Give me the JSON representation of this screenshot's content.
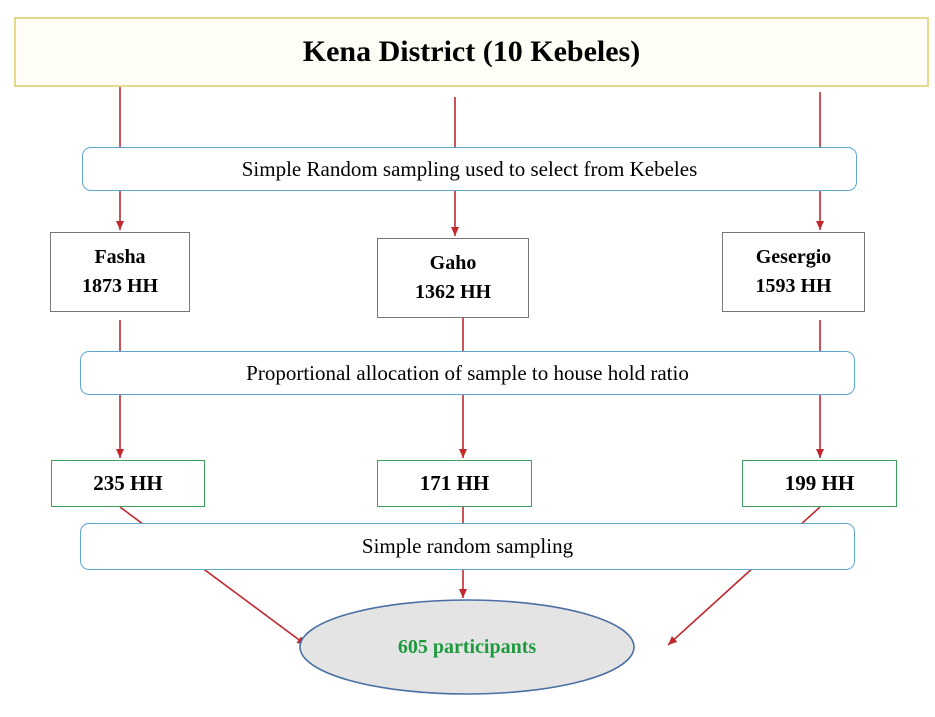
{
  "title": "Kena District (10 Kebeles)",
  "steps": {
    "selection": "Simple Random sampling used to select from Kebeles",
    "allocation": "Proportional allocation of sample to house hold ratio",
    "sampling": "Simple random sampling"
  },
  "kebeles": [
    {
      "name": "Fasha",
      "households": "1873 HH",
      "sample": "235 HH"
    },
    {
      "name": "Gaho",
      "households": "1362 HH",
      "sample": "171 HH"
    },
    {
      "name": "Gesergio",
      "households": "1593 HH",
      "sample": "199 HH"
    }
  ],
  "result": "605 participants",
  "colors": {
    "arrow": "#c0282d",
    "title_border": "#e6d98a",
    "step_border": "#5fa8cf",
    "sample_border": "#3c9e5a",
    "result_fill": "#e4e4e4",
    "result_text": "#1e9a3e"
  }
}
